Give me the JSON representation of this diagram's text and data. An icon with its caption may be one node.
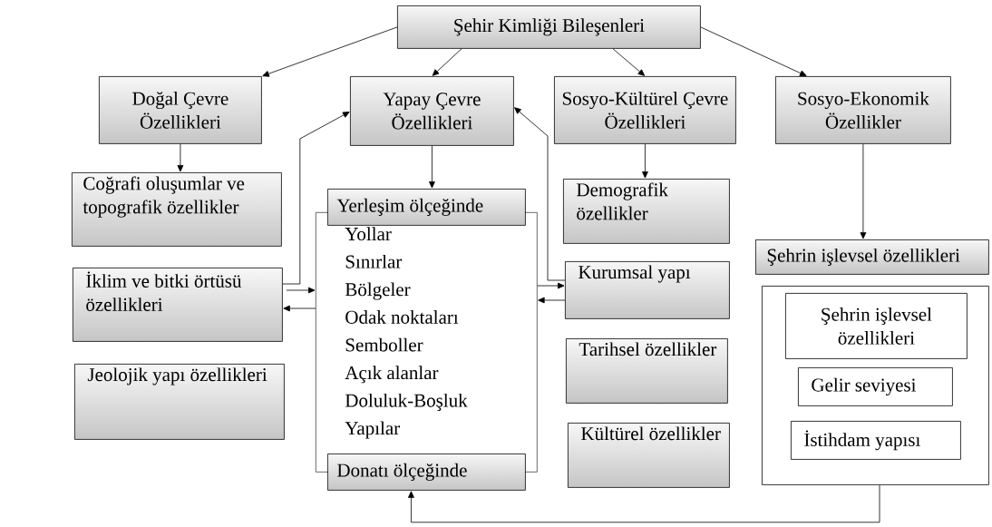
{
  "diagram": {
    "nodes": [
      {
        "text": [
          "Şehir Kimliği Bileşenleri"
        ]
      },
      {
        "text": [
          "Doğal Çevre Özellikleri"
        ]
      },
      {
        "text": [
          "Yapay Çevre Özellikleri"
        ]
      },
      {
        "text": [
          "Sosyo-Kültürel Çevre Özellikleri"
        ]
      },
      {
        "text": [
          "Sosyo-Ekonomik Özellikler"
        ]
      },
      {
        "text": [
          "Coğrafi oluşumlar ve topografik özellikler"
        ]
      },
      {
        "text": [
          "Demografik özellikler"
        ]
      },
      {
        "text": [
          "Yerleşim ölçeğinde"
        ]
      },
      {
        "text": [
          "Yollar",
          "Sınırlar",
          "Bölgeler",
          "Odak noktaları",
          "Semboller",
          "Açık alanlar",
          "Doluluk-Boşluk",
          "Yapılar"
        ]
      },
      {
        "text": [
          "Şehrin işlevsel özellikleri"
        ]
      },
      {
        "text": [
          "İklim ve bitki örtüsü özellikleri"
        ]
      },
      {
        "text": [
          "Kurumsal yapı"
        ]
      },
      {
        "text": [],
        "shape": "box"
      },
      {
        "text": [
          "Şehrin işlevsel özellikleri"
        ],
        "in": 12
      },
      {
        "text": [
          "Tarihsel özellikler"
        ]
      },
      {
        "text": [
          "Gelir seviyesi"
        ],
        "in": 12
      },
      {
        "text": [
          "Jeolojik yapı özellikleri"
        ]
      },
      {
        "text": [
          "Kültürel özellikler"
        ]
      },
      {
        "text": [
          "İstihdam yapısı"
        ],
        "in": 12
      },
      {
        "text": [
          "Donatı ölçeğinde"
        ]
      }
    ],
    "edges": [
      {
        "from": 0,
        "to": 1,
        "arrow": "to"
      },
      {
        "from": 0,
        "to": 2,
        "arrow": "to"
      },
      {
        "from": 0,
        "to": 3,
        "arrow": "to"
      },
      {
        "from": 0,
        "to": 4,
        "arrow": "to"
      },
      {
        "from": 1,
        "to": 5,
        "arrow": "to"
      },
      {
        "from": 2,
        "to": 7,
        "arrow": "to"
      },
      {
        "from": 3,
        "to": 6,
        "arrow": "to"
      },
      {
        "from": 4,
        "to": 9,
        "arrow": "to"
      },
      {
        "from": 10,
        "to": 8,
        "arrow": "to"
      },
      {
        "from": 8,
        "to": 10,
        "arrow": "to"
      },
      {
        "from": 10,
        "to": 2,
        "arrow": "to"
      },
      {
        "from": 8,
        "to": 11,
        "arrow": "to"
      },
      {
        "from": 11,
        "to": 8,
        "arrow": "to"
      },
      {
        "from": 11,
        "to": 2,
        "arrow": "to"
      },
      {
        "from": 12,
        "to": 19,
        "arrow": "to"
      }
    ]
  }
}
